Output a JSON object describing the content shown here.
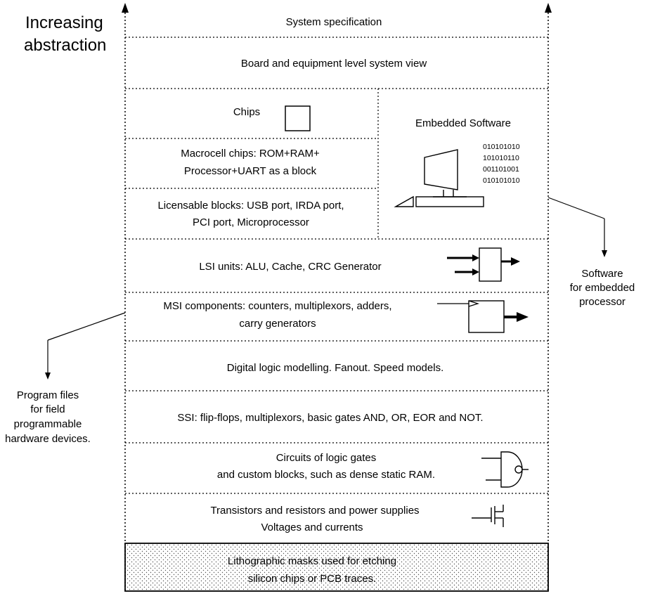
{
  "title": {
    "line1": "Increasing",
    "line2": "abstraction"
  },
  "layers": {
    "system_spec": "System specification",
    "board": "Board and equipment level system view",
    "chips": "Chips",
    "macrocell_line1": "Macrocell chips: ROM+RAM+",
    "macrocell_line2": "Processor+UART as a block",
    "licensable_line1": "Licensable blocks: USB port, IRDA port,",
    "licensable_line2": "PCI port, Microprocessor",
    "embedded_software": "Embedded Software",
    "lsi": "LSI units: ALU, Cache, CRC Generator",
    "msi_line1": "MSI components: counters, multiplexors, adders,",
    "msi_line2": "carry generators",
    "digital_logic": "Digital logic modelling.  Fanout.  Speed models.",
    "ssi": "SSI: flip-flops, multiplexors, basic gates AND, OR, EOR and NOT.",
    "circuits_line1": "Circuits of logic gates",
    "circuits_line2": "and custom blocks, such as dense static RAM.",
    "transistors_line1": "Transistors and resistors and power supplies",
    "transistors_line2": "Voltages and currents",
    "litho_line1": "Lithographic masks used for etching",
    "litho_line2": "silicon chips or PCB traces."
  },
  "binary": [
    "010101010",
    "101010110",
    "001101001",
    "010101010"
  ],
  "annotations": {
    "software_line1": "Software",
    "software_line2": "for embedded",
    "software_line3": "processor",
    "program_line1": "Program files",
    "program_line2": "for field",
    "program_line3": "programmable",
    "program_line4": "hardware devices."
  },
  "icons": [
    "chip-square-icon",
    "computer-icon",
    "lsi-block-icon",
    "msi-block-icon",
    "nand-gate-icon",
    "transistor-icon"
  ]
}
